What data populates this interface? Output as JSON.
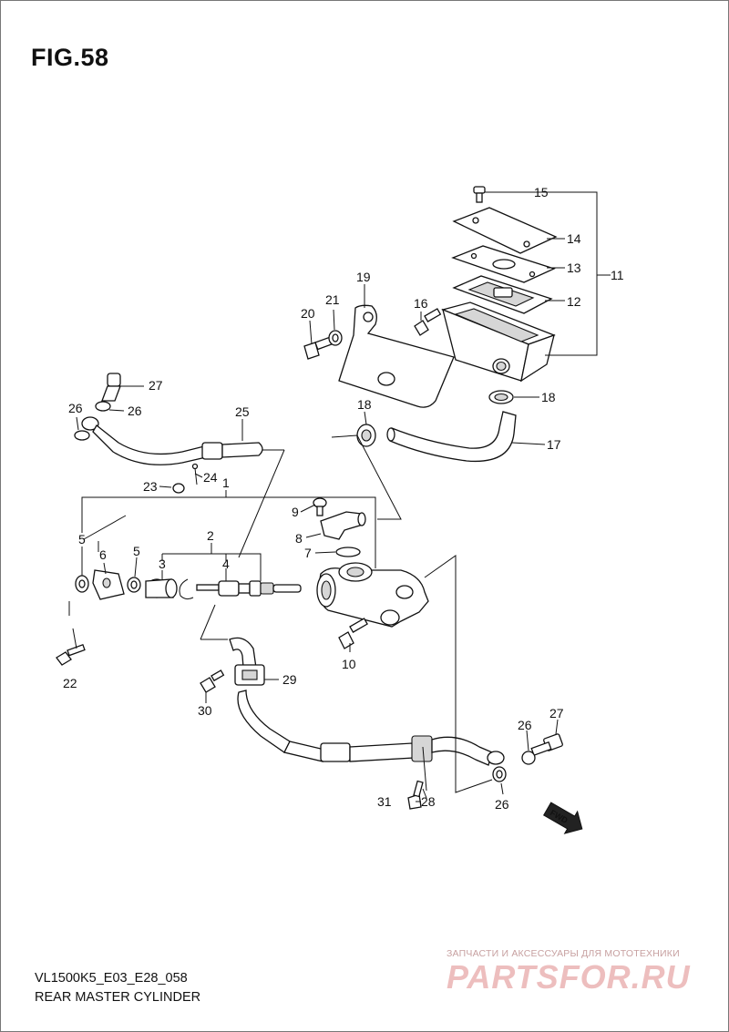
{
  "figure": {
    "title": "FIG.58"
  },
  "footer": {
    "model_code": "VL1500K5_E03_E28_058",
    "section_name": "REAR MASTER CYLINDER"
  },
  "watermark": {
    "tagline": "ЗАПЧАСТИ И АКСЕССУАРЫ ДЛЯ МОТОТЕХНИКИ",
    "logo": "PARTSFOR.RU"
  },
  "fwd_marker": "FWD",
  "callouts": {
    "c1": "1",
    "c2": "2",
    "c3": "3",
    "c4": "4",
    "c5a": "5",
    "c5b": "5",
    "c6": "6",
    "c7": "7",
    "c8": "8",
    "c9": "9",
    "c10": "10",
    "c11": "11",
    "c12": "12",
    "c13": "13",
    "c14": "14",
    "c15": "15",
    "c16": "16",
    "c17": "17",
    "c18a": "18",
    "c18b": "18",
    "c19": "19",
    "c20": "20",
    "c21": "21",
    "c22": "22",
    "c23": "23",
    "c24": "24",
    "c25": "25",
    "c26a": "26",
    "c26b": "26",
    "c26c": "26",
    "c26d": "26",
    "c27a": "27",
    "c27b": "27",
    "c28": "28",
    "c29": "29",
    "c30": "30",
    "c31": "31"
  }
}
